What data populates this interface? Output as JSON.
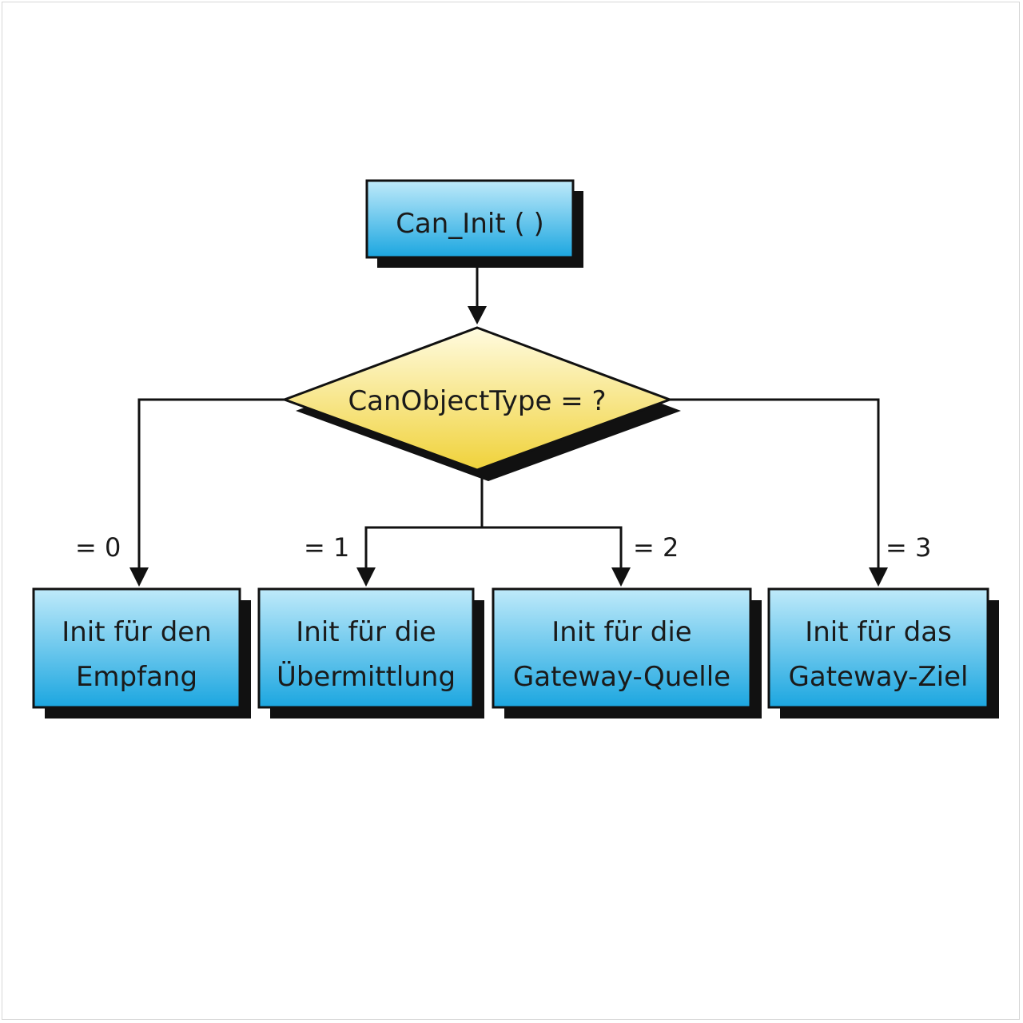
{
  "diagram": {
    "start": {
      "label": "Can_Init ( )"
    },
    "decision": {
      "label": "CanObjectType = ?"
    },
    "branches": [
      {
        "condition": "= 0",
        "line1": "Init für den",
        "line2": "Empfang"
      },
      {
        "condition": "= 1",
        "line1": "Init für die",
        "line2": "Übermittlung"
      },
      {
        "condition": "= 2",
        "line1": "Init für die",
        "line2": "Gateway-Quelle"
      },
      {
        "condition": "= 3",
        "line1": "Init für das",
        "line2": "Gateway-Ziel"
      }
    ],
    "colors": {
      "box_top": "#bfeafa",
      "box_bottom": "#1ba6e0",
      "diamond_light": "#fffbe0",
      "diamond_dark": "#f0d23a"
    }
  }
}
